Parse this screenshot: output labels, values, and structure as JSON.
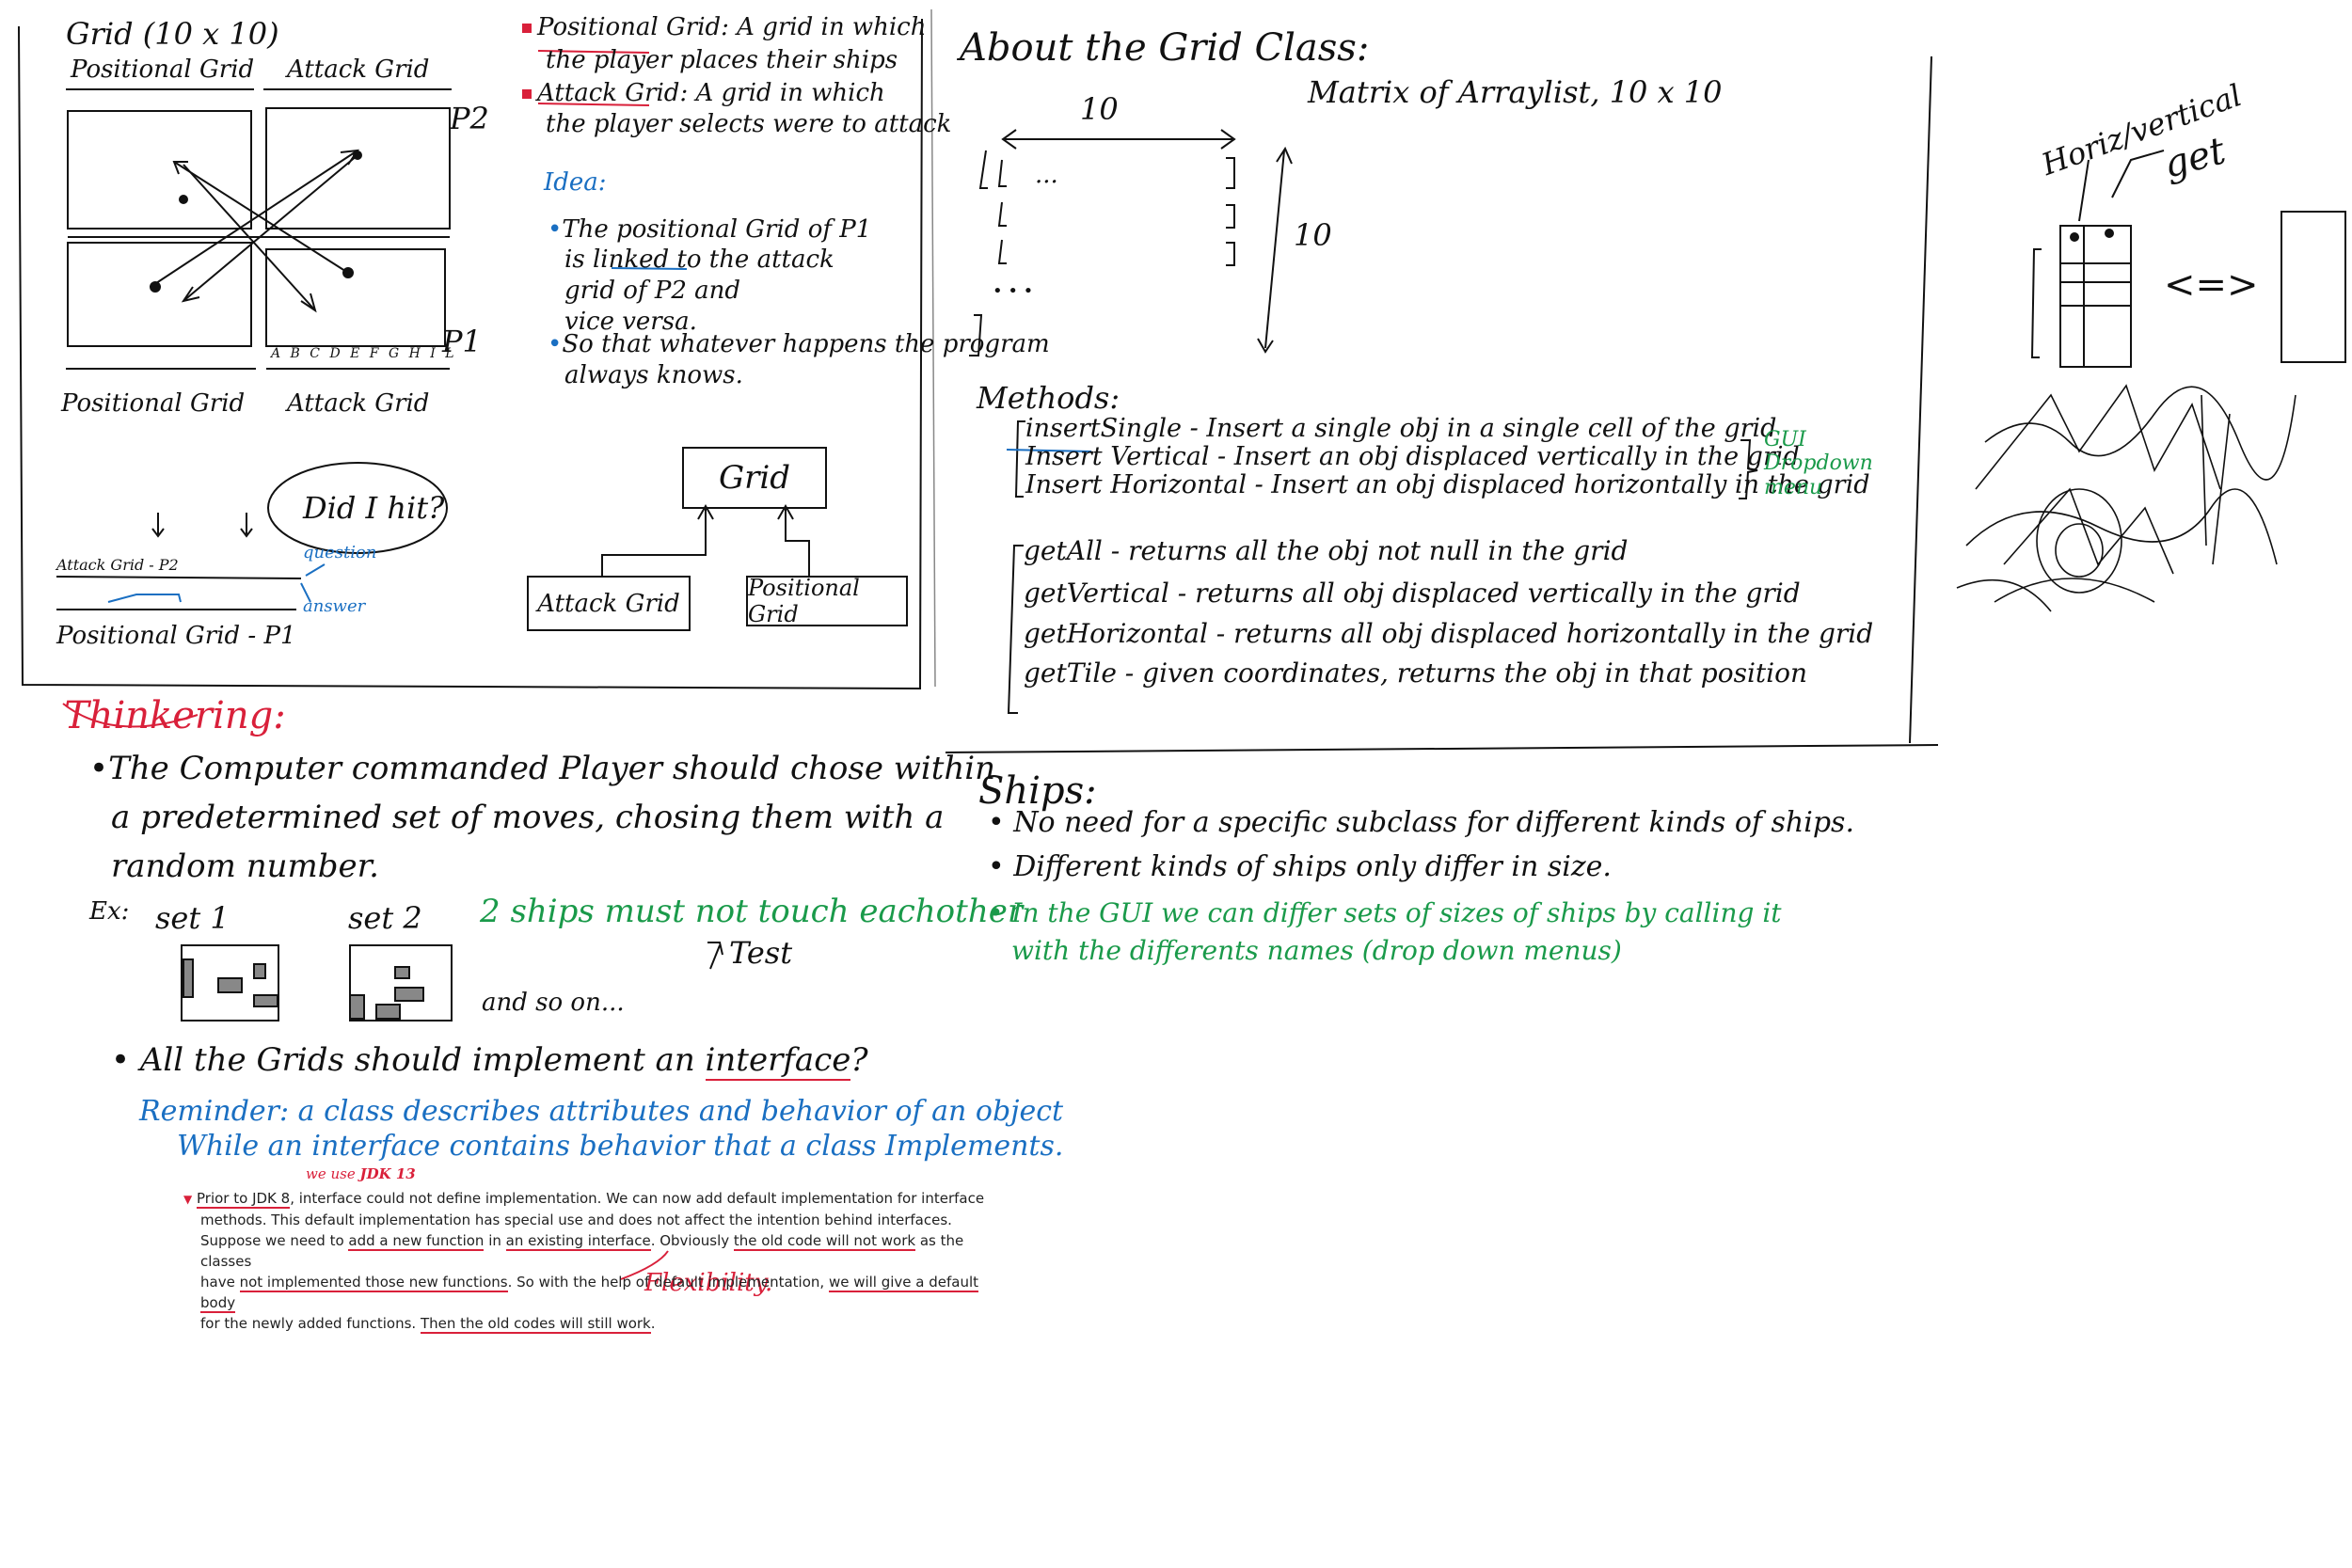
{
  "left_panel": {
    "grid_title": "Grid (10 x 10)",
    "positional_grid_top": "Positional Grid",
    "attack_grid_top": "Attack Grid",
    "p2_label": "P2",
    "p1_label": "P1",
    "letters": "A B C D E F G H I L",
    "positional_grid_bottom": "Positional Grid",
    "attack_grid_bottom": "Attack Grid",
    "question_bubble": "Did I hit?",
    "attack_grid_p2": "Attack Grid - P2",
    "positional_grid_p1": "Positional Grid - P1",
    "question_label": "question",
    "answer_label": "answer"
  },
  "definitions": {
    "def1_term": "Positional Grid",
    "def1_rest": ": A grid in which",
    "def1_line2": "the player places their ships",
    "def2_term": "Attack Grid",
    "def2_rest": ": A grid in which",
    "def2_line2": "the player selects were to attack",
    "idea_title": "Idea:",
    "idea1_line1": "The positional Grid of P1",
    "idea1_line2_pre": "is ",
    "idea1_line2_link": "linked",
    "idea1_line2_post": " to the attack",
    "idea1_line3": "grid of P2 and",
    "idea1_line4": "vice versa.",
    "idea2_line1": "So that whatever happens the program",
    "idea2_line2": "always knows."
  },
  "uml": {
    "grid": "Grid",
    "attack": "Attack Grid",
    "positional": "Positional Grid"
  },
  "about": {
    "title": "About the Grid Class:",
    "matrix": "Matrix of Arraylist, 10 x 10",
    "ten_top": "10",
    "ten_side": "10",
    "dots_row": "...",
    "dots_col": "• • •"
  },
  "methods": {
    "title": "Methods:",
    "group1": [
      "insertSingle - Insert a single obj in a single cell of the grid",
      "Insert Vertical - Insert an obj displaced vertically in the grid",
      "Insert Horizontal - Insert an obj displaced horizontally in the grid"
    ],
    "gui_note": "GUI Dropdown menu",
    "group2": [
      "getAll - returns all the obj not null in the grid",
      "getVertical - returns all obj displaced vertically in the grid",
      "getHorizontal - returns all obj displaced horizontally in the grid",
      "getTile - given coordinates, returns the obj in that position"
    ]
  },
  "sketch": {
    "label_horiz_vert": "Horiz/vertical",
    "label_get": "get",
    "arrow": "<=>"
  },
  "ships": {
    "title": "Ships:",
    "bullets": [
      "No need for a specific subclass for different kinds of ships.",
      "Different kinds of ships only differ in size."
    ],
    "green_line1": "In the GUI we can differ sets of sizes of ships by calling it",
    "green_line2": "with the differents names (drop down menus)"
  },
  "thinkering": {
    "title": "Thinkering:",
    "bullet1_line1": "The Computer commanded Player should chose within",
    "bullet1_line2": "a predetermined set of moves, chosing them with a",
    "bullet1_line3": "random number.",
    "ex_label": "Ex:",
    "set1": "set 1",
    "set2": "set 2",
    "ships_rule": "2 ships must not touch eachother",
    "test": "Test",
    "and_so_on": "and so on...",
    "bullet2_pre": "All the Grids should implement an ",
    "bullet2_word": "interface",
    "bullet2_post": "?",
    "reminder_line1": "Reminder: a class describes attributes and behavior of an object",
    "reminder_line2": "While an interface contains behavior that a class Implements.",
    "we_use_pre": "we use ",
    "we_use_jdk": "JDK 13",
    "flexibility": "Flexibility."
  },
  "printed": {
    "prior": "Prior to JDK 8",
    "l1_rest": ", interface could not define implementation. We can now add default implementation for interface",
    "l2": "methods. This default implementation has special use and does not affect the intention behind interfaces.",
    "l3_a": "Suppose we need to ",
    "l3_b": "add a new function",
    "l3_c": " in ",
    "l3_d": "an existing interface",
    "l3_e": ". Obviously ",
    "l3_f": "the old code will not work",
    "l3_g": " as the classes",
    "l4_a": "have ",
    "l4_b": "not implemented those new functions",
    "l4_c": ". So with the help of default implementation, ",
    "l4_d": "we will give a default body",
    "l5_a": "for the newly added functions. ",
    "l5_b": "Then the old codes will still work",
    "l5_c": "."
  }
}
